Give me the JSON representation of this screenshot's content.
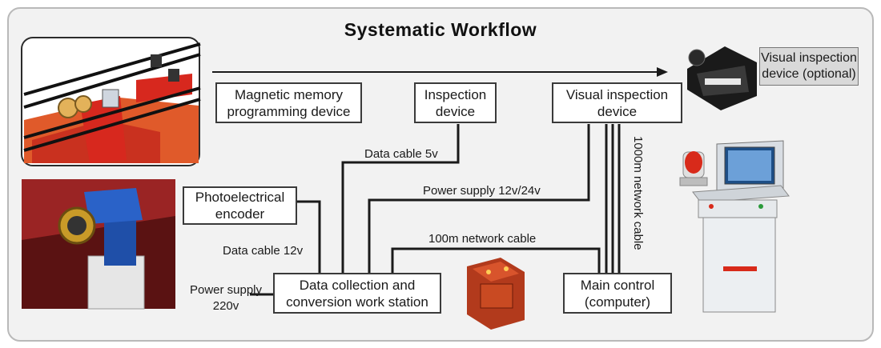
{
  "title": "Systematic Workflow",
  "boxes": {
    "magnetic": "Magnetic memory programming device",
    "inspection": "Inspection device",
    "visual": "Visual inspection device",
    "visual_optional": "Visual inspection device (optional)",
    "encoder": "Photoelectrical encoder",
    "station": "Data collection and conversion work station",
    "main_control": "Main control (computer)"
  },
  "labels": {
    "data_cable_5v": "Data cable 5v",
    "power_supply_12_24": "Power supply 12v/24v",
    "network_100m": "100m network cable",
    "data_cable_12v": "Data cable 12v",
    "power_supply_220": "Power supply 220v",
    "network_1000m": "1000m network cable"
  },
  "colors": {
    "frame_bg": "#f2f2f2",
    "red_equipment": "#d7281e",
    "blue_equipment": "#1f4fa8",
    "line": "#1a1a1a"
  },
  "icons": [
    "rail-device-image",
    "encoder-device-image",
    "visual-camera-image",
    "explosion-proof-box-image",
    "control-cabinet-image",
    "alarm-light-image"
  ]
}
